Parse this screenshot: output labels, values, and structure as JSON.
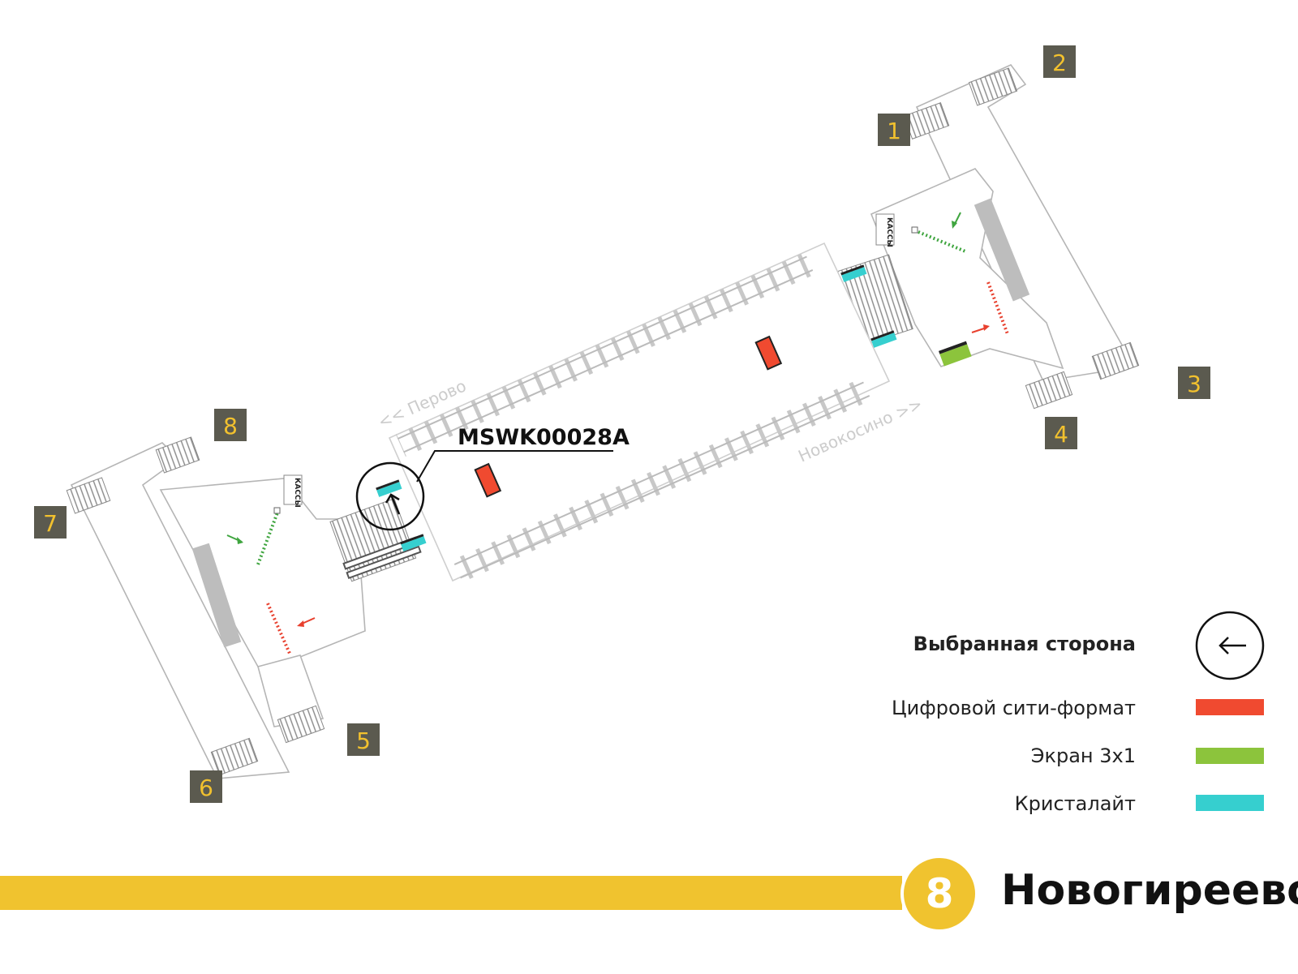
{
  "colors": {
    "line": "#f0c32f",
    "digital_city_format": "#f04a30",
    "screen_3x1": "#8cc43c",
    "crystalite": "#36cfcf",
    "exit_box": "#5b5a4f",
    "exit_text": "#f2c12e"
  },
  "map": {
    "exits": [
      "1",
      "2",
      "3",
      "4",
      "5",
      "6",
      "7",
      "8"
    ],
    "direction_left": "<< Перово",
    "direction_right": "Новокосино >>",
    "booth_label": "КАССЫ",
    "selected_code": "MSWK00028A"
  },
  "legend": {
    "selected_side": "Выбранная сторона",
    "selected_side_icon": "arrow-left-icon",
    "items": [
      {
        "label": "Цифровой сити-формат",
        "color": "#f04a30"
      },
      {
        "label": "Экран 3x1",
        "color": "#8cc43c"
      },
      {
        "label": "Кристалайт",
        "color": "#36cfcf"
      }
    ]
  },
  "station": {
    "line_number": "8",
    "name": "Новогиреево"
  }
}
